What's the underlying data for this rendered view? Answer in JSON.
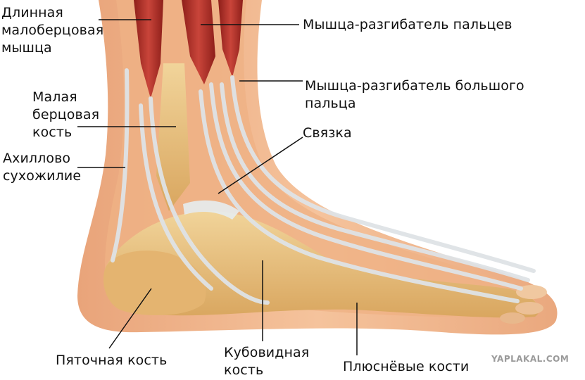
{
  "labels": {
    "peroneus_longus": "Длинная\nмалоберцовая\nмышца",
    "extensor_digitorum": "Мышца-разгибатель пальцев",
    "extensor_hallucis": "Мышца-разгибатель большого\nпальца",
    "fibula": "Малая\nберцовая\nкость",
    "ligament": "Связка",
    "achilles": "Ахиллово\nсухожилие",
    "calcaneus": "Пяточная кость",
    "cuboid": "Кубовидная\nкость",
    "metatarsals": "Плюснёвые кости"
  },
  "watermark": "YAPLAKAL.COM",
  "colors": {
    "skin": "#f2b98e",
    "skin_dark": "#d98a5c",
    "bone": "#e8c27e",
    "muscle": "#b8322a",
    "tendon": "#dfe3e6",
    "leader_line": "#111111"
  }
}
